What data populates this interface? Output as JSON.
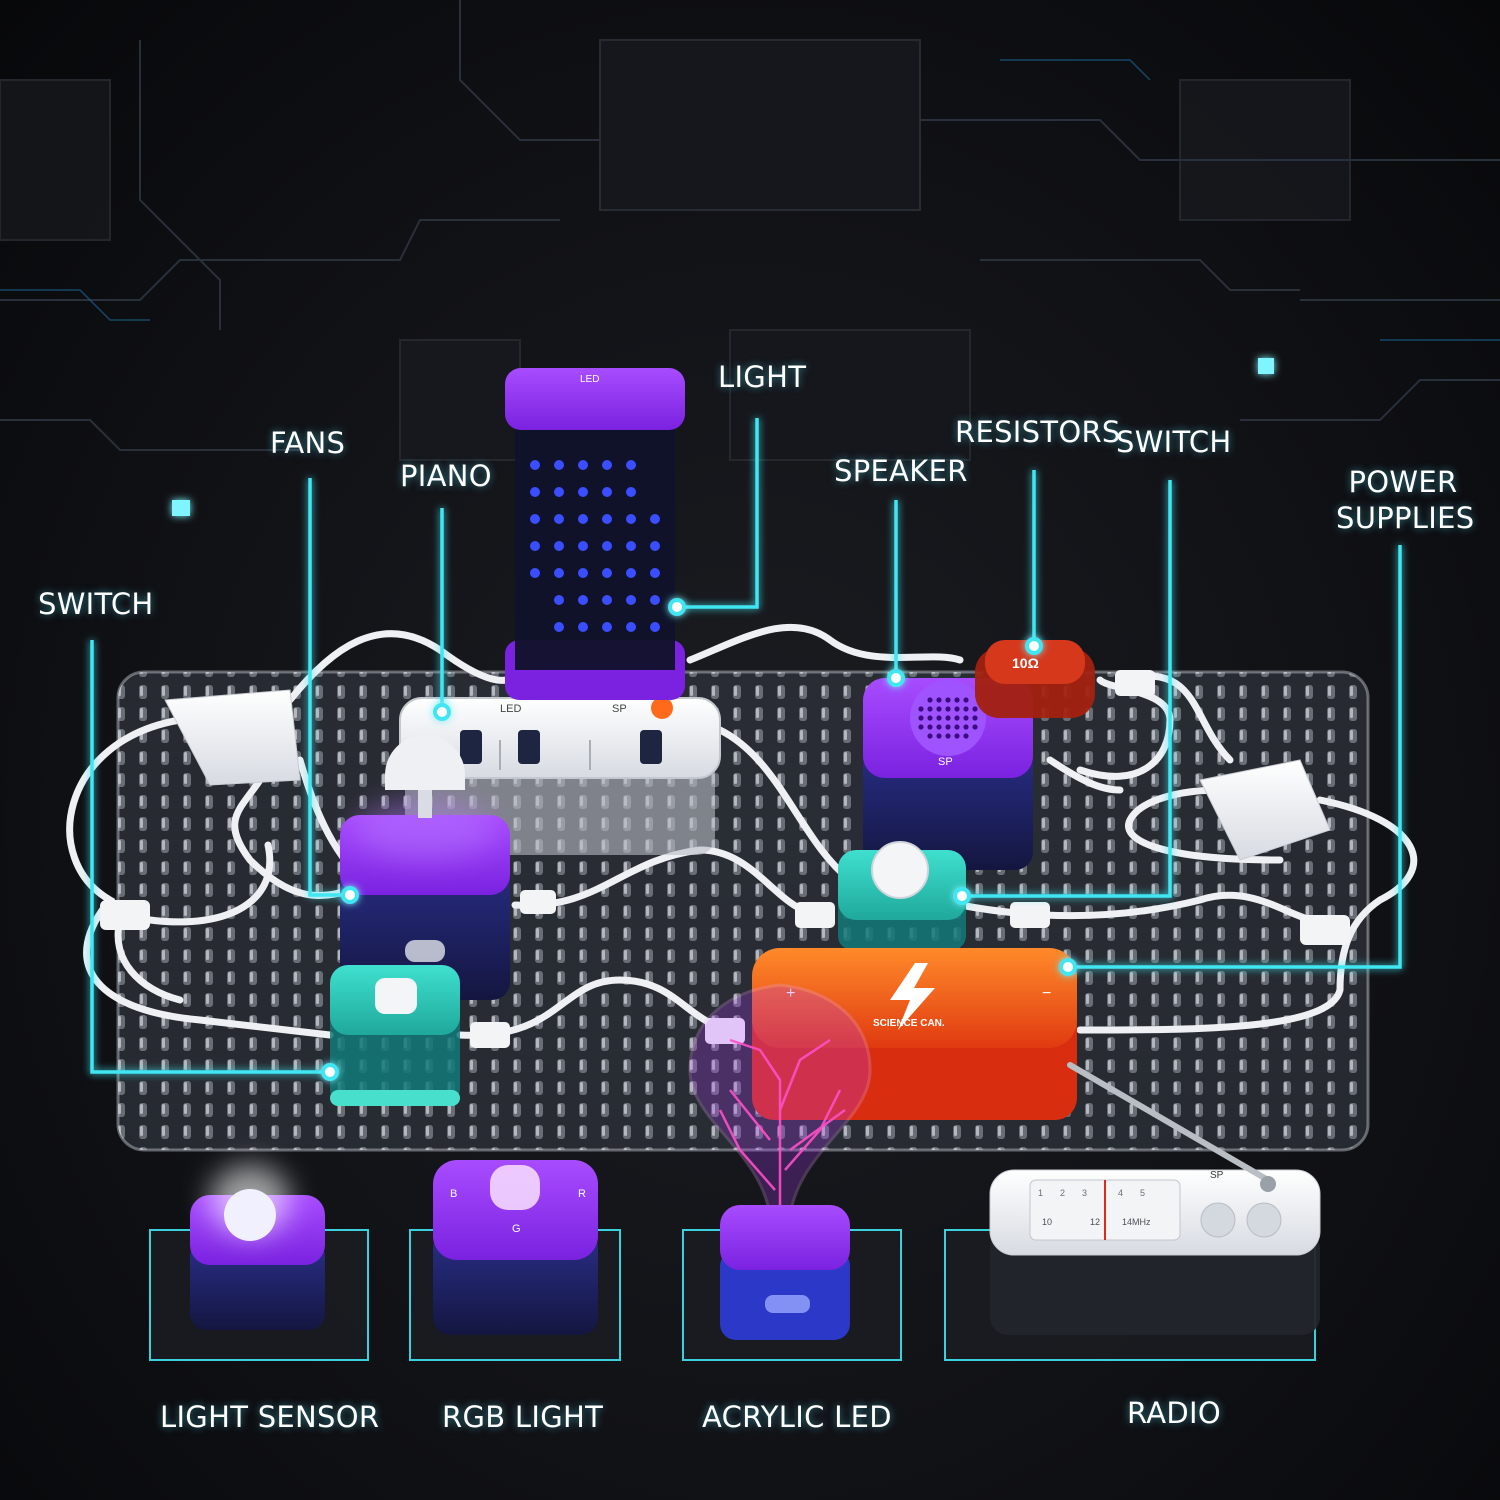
{
  "labels": {
    "light": "LIGHT",
    "fans": "FANS",
    "piano": "PIANO",
    "resistors": "RESISTORS",
    "switch_top": "SWITCH",
    "speaker": "SPEAKER",
    "power_supplies_line1": "POWER",
    "power_supplies_line2": "SUPPLIES",
    "switch_left": "SWITCH",
    "light_sensor": "LIGHT SENSOR",
    "rgb_light": "RGB LIGHT",
    "acrylic_led": "ACRYLIC LED",
    "radio": "RADIO"
  },
  "module_text": {
    "battery_brand": "SCIENCE CAN.",
    "battery_plus": "+",
    "battery_minus": "−",
    "resistor_value": "10Ω",
    "piano_led": "LED",
    "piano_sp": "SP",
    "speaker_sp": "SP",
    "light_led": "LED",
    "radio_sp": "SP",
    "radio_dial_top": [
      "1",
      "2",
      "3",
      "4",
      "5"
    ],
    "radio_dial_bottom": [
      "10",
      "12",
      "14MHz"
    ],
    "rgb_r": "R",
    "rgb_g": "G",
    "rgb_b": "B"
  },
  "colors": {
    "accent_cyan": "#3fe6f2",
    "purple": "#8a2be2",
    "orange": "#ff6a1a",
    "teal": "#2bc7b8",
    "led_blue": "#3a4dff"
  }
}
